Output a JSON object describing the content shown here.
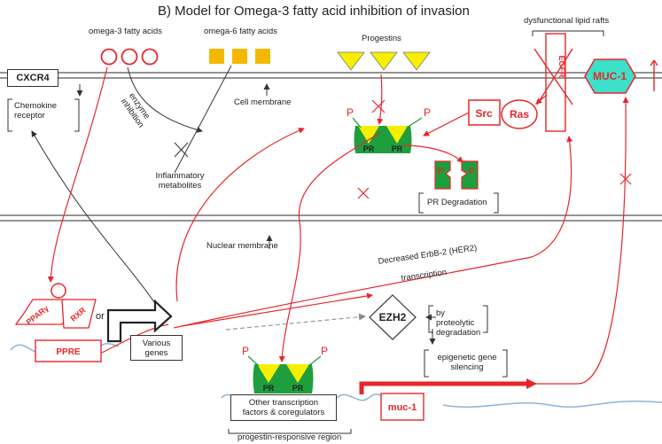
{
  "title": "B) Model for Omega-3 fatty acid inhibition of invasion",
  "labels": {
    "omega3": "omega-3 fatty acids",
    "omega6": "omega-6 fatty acids",
    "progestins": "Progestins",
    "lipid_rafts": "dysfunctional lipid rafts",
    "cxcr4": "CXCR4",
    "chemokine_receptor": "Chemokine receptor",
    "enzyme_inhibition": "enzyme inhibition",
    "cell_membrane": "Cell membrane",
    "inflammatory": "Inflammatory metabolites",
    "pr_degradation": "PR Degradation",
    "nuclear_membrane": "Nuclear membrane",
    "decreased_erbb2": "Decreased ErbB-2 (HER2)",
    "transcription": "transcription",
    "or": "or",
    "various_genes": "Various genes",
    "ezh2": "EZH2",
    "by_proteolytic": "by proteolytic degradation",
    "epigenetic": "epigenetic gene silencing",
    "other_tf": "Other transcription factors & coregulators",
    "progestin_region": "progestin-responsive region",
    "muc1_gene": "muc-1",
    "muc1_protein": "MUC-1",
    "egfr": "EGFR",
    "src": "Src",
    "ras": "Ras",
    "pr": "PR",
    "p": "P",
    "ppar": "PPARγ",
    "rxr": "RXR",
    "ppre": "PPRE"
  },
  "colors": {
    "red": "#e8262a",
    "green": "#1f9e3e",
    "yellow": "#f6ef00",
    "orange": "#f5b800",
    "teal": "#3de0c8",
    "blue": "#8ab4d8"
  }
}
